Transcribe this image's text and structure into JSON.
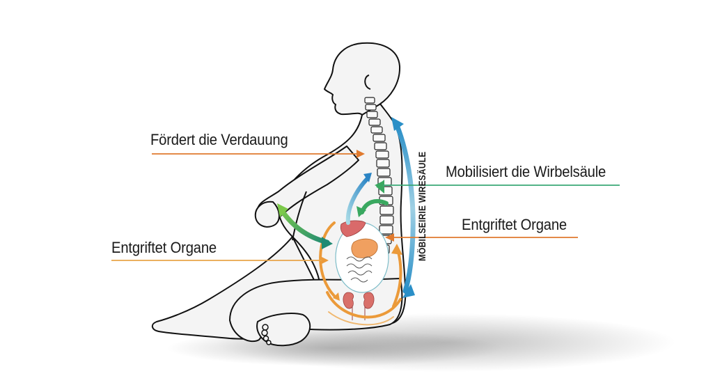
{
  "diagram": {
    "subject": "seated-spinal-twist-pose",
    "labels": {
      "digestion": "Fördert die Verdauung",
      "spine": "Mobilisiert die Wirbelsäule",
      "detox_right": "Entgriftet Organe",
      "detox_left": "Entgriftet Organe",
      "vertical_spine": "MÖBILSEIRIE WIRESÄULE"
    },
    "colors": {
      "digestion_line": "#e07a2e",
      "spine_line": "#3aa876",
      "detox_right_line": "#e07a2e",
      "detox_left_line": "#e8a448",
      "blue_arrow": "#2a8fc7",
      "green_arrow": "#3aa860",
      "orange_arrow": "#eb9a3a",
      "body_fill": "#f2f2f2",
      "outline": "#111111",
      "organ_liver": "#d96a6a",
      "organ_stomach": "#f0a060",
      "organ_kidney": "#d9706a"
    }
  }
}
